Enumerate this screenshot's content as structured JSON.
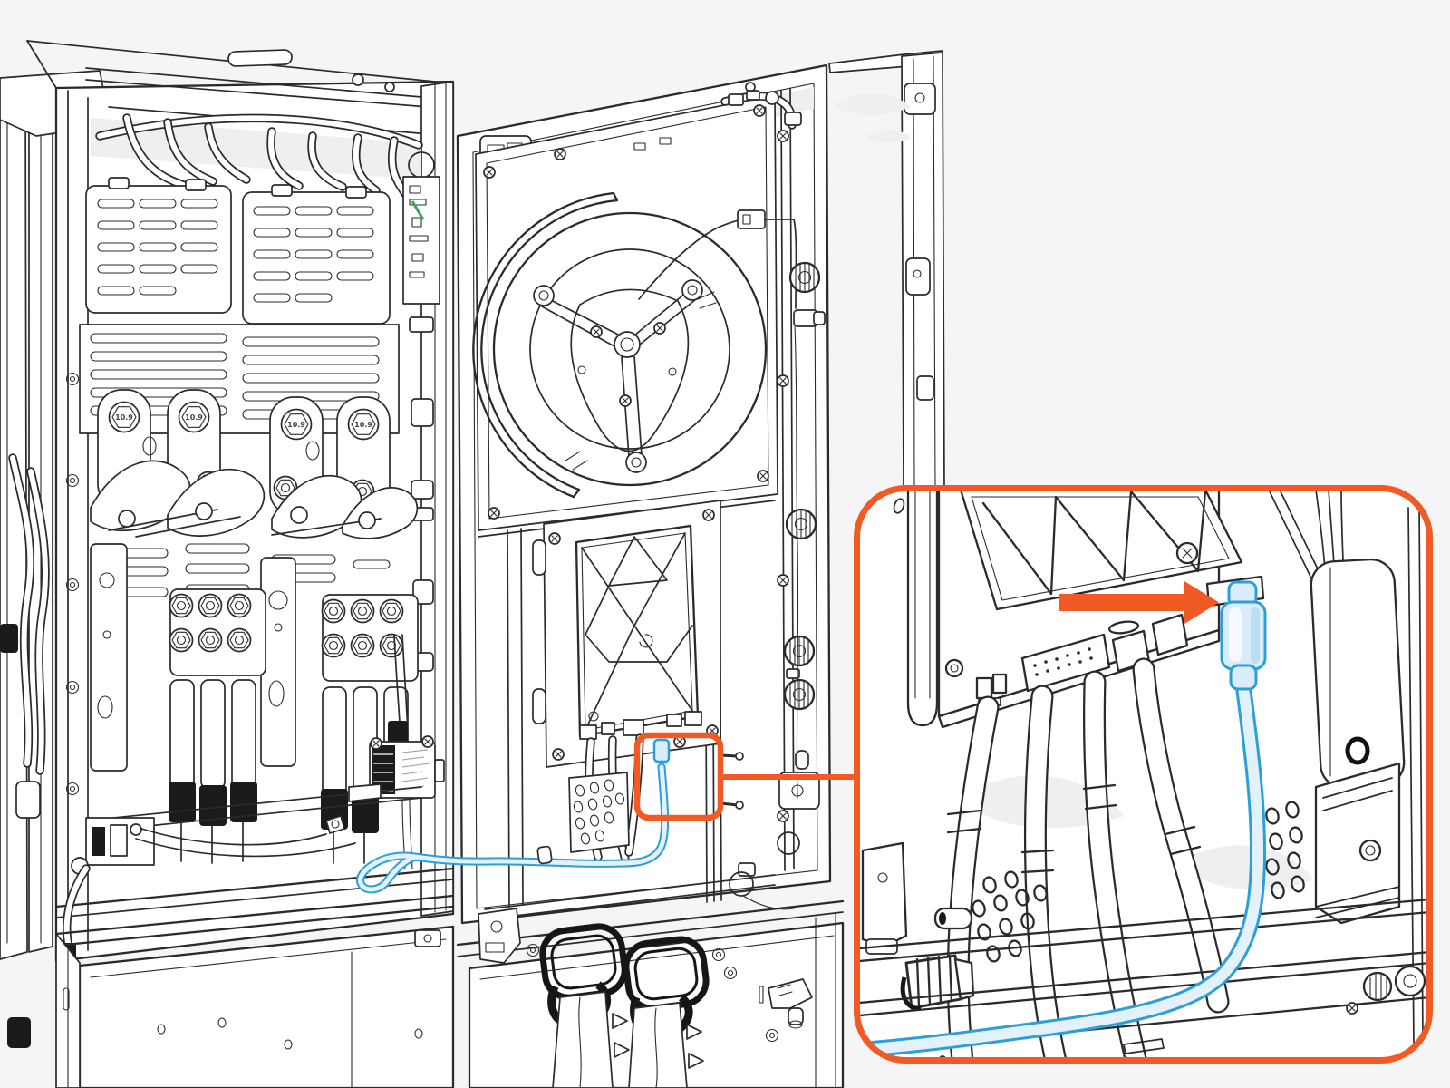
{
  "labels": {
    "bolt_grade": "10.9"
  },
  "colors": {
    "background": "#f5f5f6",
    "line_ink": "#2b2b2f",
    "accent_orange": "#f15a25",
    "highlight_blue_stroke": "#2d9fd8",
    "highlight_blue_fill": "#d9ecf9",
    "component_black": "#1b1b1e",
    "wire_green": "#3aa655",
    "panel_white": "#ffffff"
  },
  "callout": {
    "style": "rounded-rect",
    "leader": "horizontal-line",
    "highlighted_parts": [
      "usb-c-connector",
      "usb-cable"
    ],
    "direction_arrow": "points-right-into-usb-port"
  }
}
